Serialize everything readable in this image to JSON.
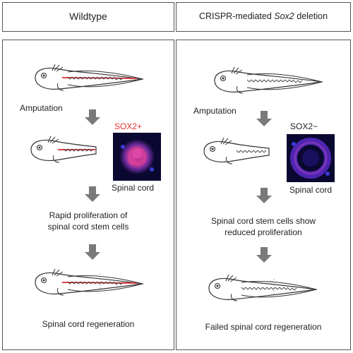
{
  "headers": {
    "left": "Wildtype",
    "right_prefix": "CRISPR-mediated ",
    "right_gene": "Sox2",
    "right_suffix": " deletion"
  },
  "left_panel": {
    "step1": "Amputation",
    "marker": "SOX2+",
    "tissue": "Spinal cord",
    "step2_line1": "Rapid proliferation of",
    "step2_line2": "spinal cord stem cells",
    "outcome": "Spinal cord regeneration"
  },
  "right_panel": {
    "step1": "Amputation",
    "marker": "SOX2−",
    "tissue": "Spinal cord",
    "step2_line1": "Spinal cord stem cells show",
    "step2_line2": "reduced proliferation",
    "outcome": "Failed spinal cord regeneration"
  },
  "colors": {
    "border": "#555555",
    "arrow": "#7a7a7a",
    "spinal_cord": "#d9262b",
    "marker_positive": "#e8322f",
    "marker_negative": "#222222",
    "micro_bg": "#0a0830",
    "sox2_stain": "#d8409a",
    "nuclei_stain": "#3a3ad8"
  }
}
